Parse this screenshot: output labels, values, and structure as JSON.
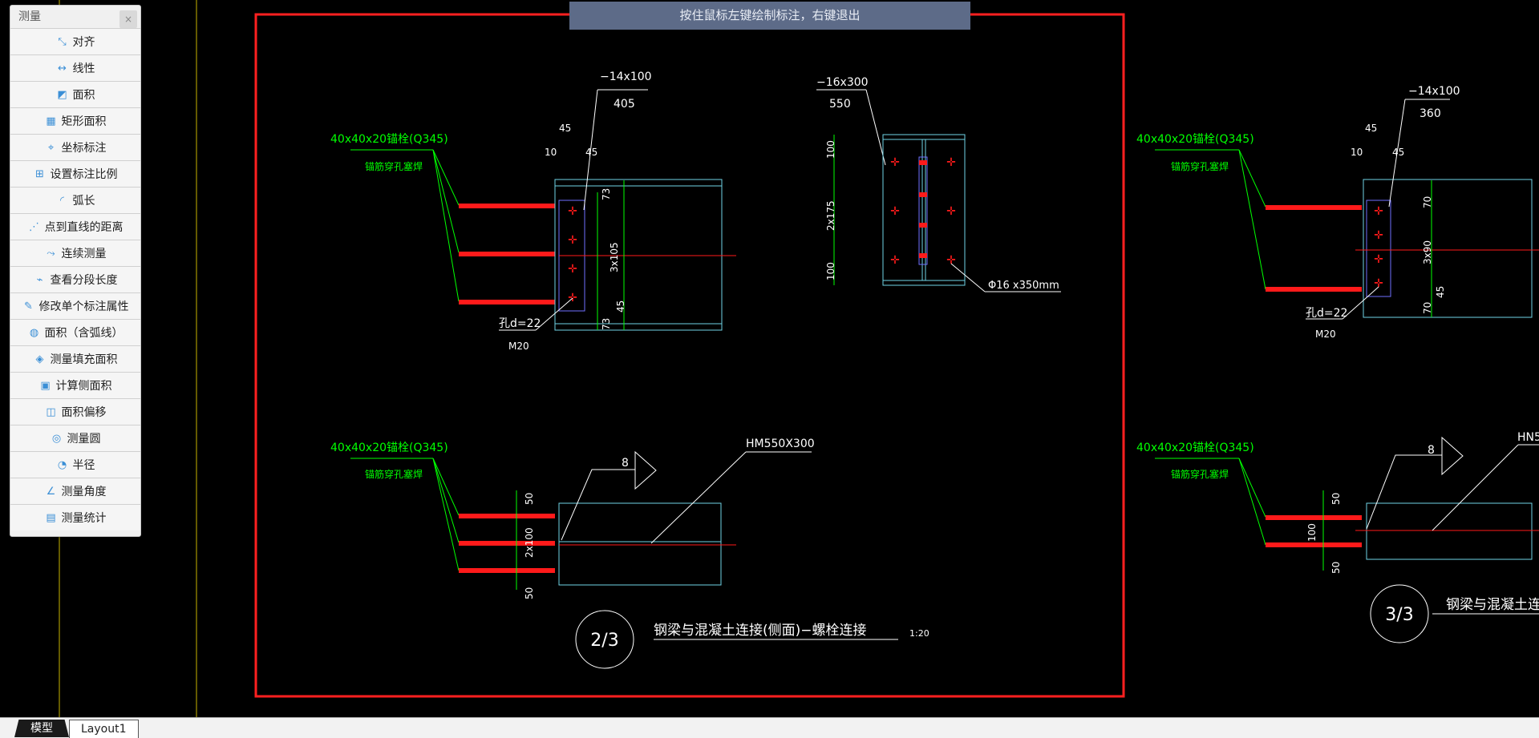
{
  "panel": {
    "title": "测量",
    "close": "×",
    "items": [
      {
        "label": "对齐",
        "icon": "align-icon",
        "glyph": "⤡"
      },
      {
        "label": "线性",
        "icon": "linear-icon",
        "glyph": "↔"
      },
      {
        "label": "面积",
        "icon": "area-icon",
        "glyph": "◩"
      },
      {
        "label": "矩形面积",
        "icon": "rect-area-icon",
        "glyph": "▦"
      },
      {
        "label": "坐标标注",
        "icon": "coordinate-icon",
        "glyph": "⌖"
      },
      {
        "label": "设置标注比例",
        "icon": "scale-icon",
        "glyph": "⊞"
      },
      {
        "label": "弧长",
        "icon": "arc-icon",
        "glyph": "◜"
      },
      {
        "label": "点到直线的距离",
        "icon": "point-line-icon",
        "glyph": "⋰"
      },
      {
        "label": "连续测量",
        "icon": "continuous-icon",
        "glyph": "⤳"
      },
      {
        "label": "查看分段长度",
        "icon": "segment-icon",
        "glyph": "⌁"
      },
      {
        "label": "修改单个标注属性",
        "icon": "edit-dim-icon",
        "glyph": "✎"
      },
      {
        "label": "面积（含弧线）",
        "icon": "arc-area-icon",
        "glyph": "◍"
      },
      {
        "label": "测量填充面积",
        "icon": "fill-area-icon",
        "glyph": "◈"
      },
      {
        "label": "计算侧面积",
        "icon": "side-area-icon",
        "glyph": "▣"
      },
      {
        "label": "面积偏移",
        "icon": "area-offset-icon",
        "glyph": "◫"
      },
      {
        "label": "测量圆",
        "icon": "circle-icon",
        "glyph": "◎"
      },
      {
        "label": "半径",
        "icon": "radius-icon",
        "glyph": "◔"
      },
      {
        "label": "测量角度",
        "icon": "angle-icon",
        "glyph": "∠"
      },
      {
        "label": "测量统计",
        "icon": "stats-icon",
        "glyph": "▤"
      }
    ]
  },
  "hint": "按住鼠标左键绘制标注，右键退出",
  "tabs": {
    "model": "模型",
    "layout": "Layout1"
  },
  "drawing": {
    "anchor_label": "40x40x20锚栓(Q345)",
    "anchor_sub": "锚筋穿孔塞焊",
    "plate_top_left": "−14x100",
    "plate_top_left_len": "405",
    "plate_top_right": "−14x100",
    "plate_top_right_len": "360",
    "plate_mid": "−16x300",
    "plate_mid_len": "550",
    "dim_45": "45",
    "dim_10": "10",
    "dim_45b": "45",
    "dim_73": "73",
    "dim_3x105": "3x105",
    "dim_3x90": "3x90",
    "dim_70": "70",
    "hole": "孔d=22",
    "bolt": "M20",
    "dim_100": "100",
    "dim_2x175": "2x175",
    "stud": "Φ16  x350mm",
    "weld": "8",
    "beam": "HM550X300",
    "beam_right": "HN5",
    "dim_50": "50",
    "dim_2x100": "2x100",
    "detail_left": "2/3",
    "detail_right": "3/3",
    "caption": "钢梁与混凝土连接(侧面)−螺栓连接",
    "caption_right": "钢梁与混凝土连接(",
    "scale": "1:20"
  },
  "colors": {
    "green": "#00ff00",
    "cyan": "#6fd3e6",
    "red": "#ff1a1a",
    "white": "#ffffff",
    "yellow": "#c8b400",
    "frame": "#ff2020"
  }
}
